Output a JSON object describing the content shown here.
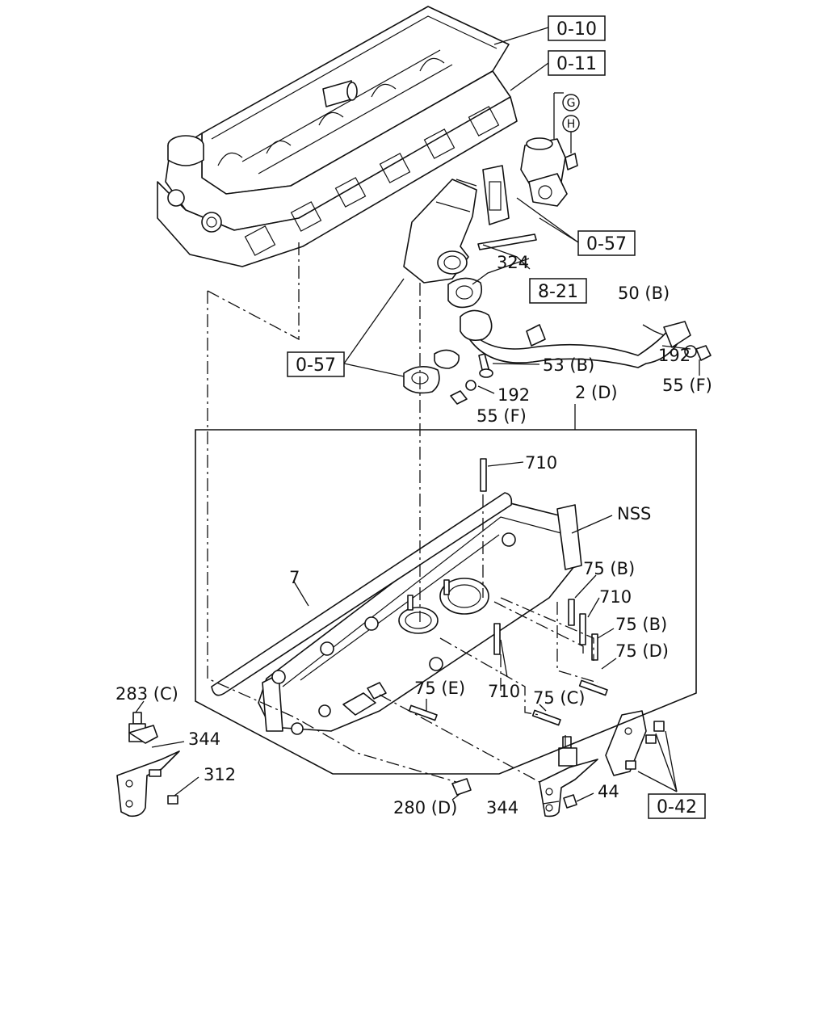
{
  "callouts": {
    "ref_0_10": "0-10",
    "ref_0_11": "0-11",
    "ref_0_57_upper": "0-57",
    "ref_8_21": "8-21",
    "ref_0_57_lower": "0-57",
    "ref_0_42": "0-42",
    "conn_g": "G",
    "conn_h": "H"
  },
  "labels": {
    "p324": "324",
    "p50b": "50 (B)",
    "p192_right": "192",
    "p55f_right": "55 (F)",
    "p53b": "53 (B)",
    "p192_mid": "192",
    "p55f_mid": "55 (F)",
    "p2d": "2 (D)",
    "p710_top": "710",
    "pnss": "NSS",
    "p7": "7",
    "p75b_1": "75 (B)",
    "p710_mid": "710",
    "p75b_2": "75 (B)",
    "p75d": "75 (D)",
    "p283c": "283 (C)",
    "p75e": "75 (E)",
    "p710_low": "710",
    "p75c": "75 (C)",
    "p344_left": "344",
    "p312": "312",
    "p280d": "280 (D)",
    "p344_right": "344",
    "p44": "44"
  }
}
